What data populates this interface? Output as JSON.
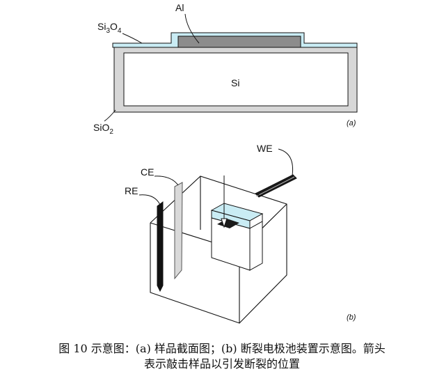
{
  "panel_a": {
    "label_al": "Al",
    "label_si3o4_main": "Si",
    "label_si3o4_sub1": "3",
    "label_si3o4_mid": "O",
    "label_si3o4_sub2": "4",
    "label_si": "Si",
    "label_sio2_main": "SiO",
    "label_sio2_sub": "2",
    "tag": "(a)"
  },
  "panel_b": {
    "label_we": "WE",
    "label_ce": "CE",
    "label_re": "RE",
    "tag": "(b)"
  },
  "caption": {
    "line1": "图 10 示意图：(a) 样品截面图；(b) 断裂电极池装置示意图。箭头",
    "line2": "表示敲击样品以引发断裂的位置"
  },
  "colors": {
    "nitride": "#c9ecf4",
    "aluminum": "#8c8c8c",
    "oxide": "#d7d7d7",
    "silicon": "#ffffff",
    "outline": "#111111"
  }
}
